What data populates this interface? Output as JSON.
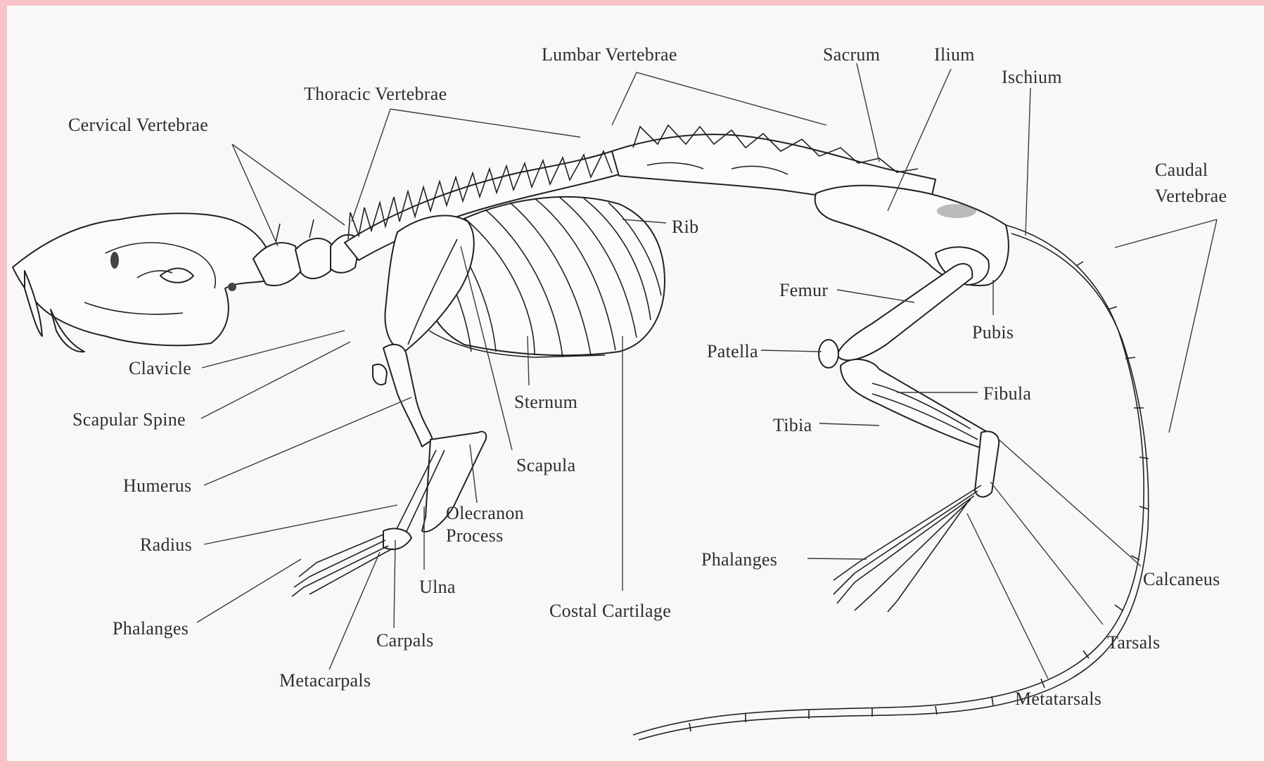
{
  "labels": {
    "cervical_vertebrae": "Cervical Vertebrae",
    "thoracic_vertebrae": "Thoracic Vertebrae",
    "lumbar_vertebrae": "Lumbar Vertebrae",
    "sacrum": "Sacrum",
    "ilium": "Ilium",
    "ischium": "Ischium",
    "caudal_vertebrae_line1": "Caudal",
    "caudal_vertebrae_line2": "Vertebrae",
    "rib": "Rib",
    "femur": "Femur",
    "pubis": "Pubis",
    "patella": "Patella",
    "fibula": "Fibula",
    "tibia": "Tibia",
    "phalanges_hind": "Phalanges",
    "calcaneus": "Calcaneus",
    "tarsals": "Tarsals",
    "metatarsals": "Metatarsals",
    "clavicle": "Clavicle",
    "scapular_spine": "Scapular Spine",
    "humerus": "Humerus",
    "radius": "Radius",
    "phalanges_fore": "Phalanges",
    "sternum": "Sternum",
    "scapula": "Scapula",
    "olecranon_line1": "Olecranon",
    "olecranon_line2": "Process",
    "ulna": "Ulna",
    "carpals": "Carpals",
    "metacarpals": "Metacarpals",
    "costal_cartilage": "Costal Cartilage"
  }
}
